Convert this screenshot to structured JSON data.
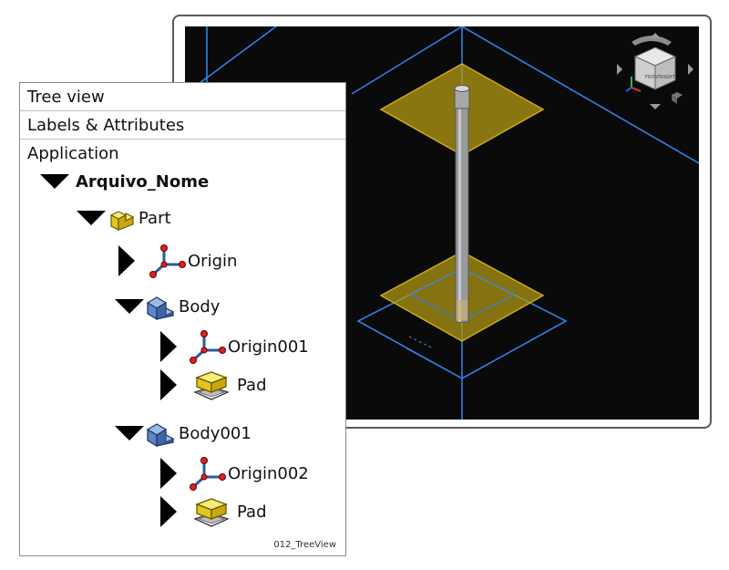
{
  "panel": {
    "tree_view_label": "Tree view",
    "labels_label": "Labels & Attributes",
    "application_label": "Application",
    "caption": "012_TreeView"
  },
  "tree": {
    "document": "Arquivo_Nome",
    "part": "Part",
    "origin": "Origin",
    "body": "Body",
    "body_origin": "Origin001",
    "body_pad": "Pad",
    "body001": "Body001",
    "body001_origin": "Origin002",
    "body001_pad": "Pad"
  },
  "colors": {
    "viewport_bg": "#0a0a0a",
    "grid_line": "#2f7fe6",
    "plane_fill": "#b59b14",
    "tree_arrow": "#000000",
    "part_icon": "#f2dc33",
    "body_icon": "#4a77b8"
  }
}
